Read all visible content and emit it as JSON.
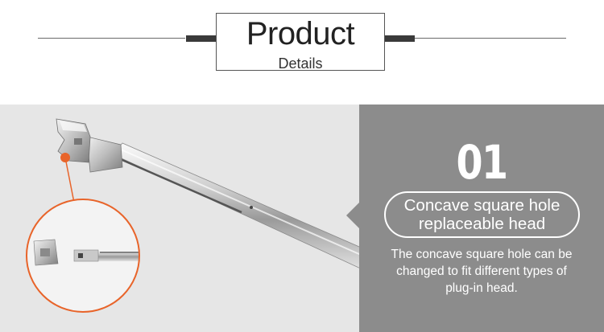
{
  "header": {
    "title": "Product",
    "subtitle": "Details"
  },
  "feature": {
    "number": "01",
    "heading_line1": "Concave square hole",
    "heading_line2": "replaceable head",
    "description_line1": "The concave square hole can be",
    "description_line2": "changed to fit different types of",
    "description_line3": "plug-in head."
  },
  "colors": {
    "panel": "#8c8c8c",
    "accent": "#e8642a",
    "photo_background": "#e6e6e6"
  }
}
